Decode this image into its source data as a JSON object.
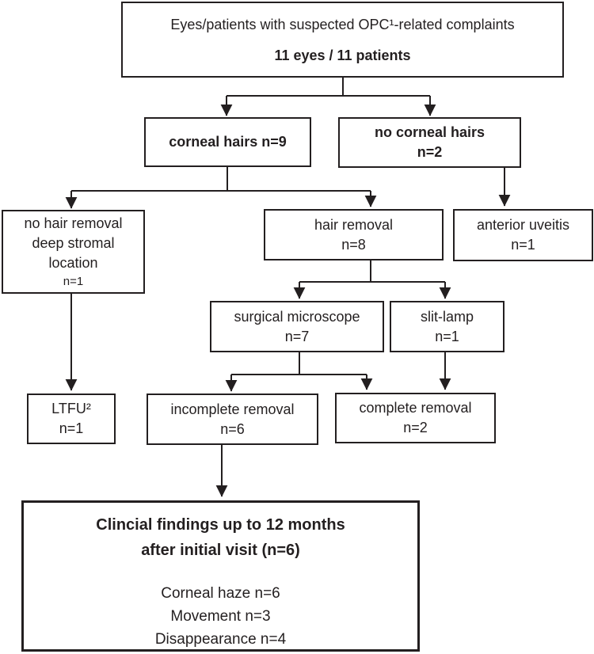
{
  "colors": {
    "line": "#231f20",
    "background": "#ffffff",
    "text": "#231f20"
  },
  "nodes": {
    "source": {
      "lines": [
        "Eyes/patients with suspected OPC¹-related complaints",
        "11 eyes / 11 patients"
      ]
    },
    "corneal_hairs": {
      "lines": [
        "corneal hairs n=9"
      ]
    },
    "no_corneal_hairs": {
      "lines": [
        "no corneal hairs",
        "n=2"
      ]
    },
    "no_hair_removal": {
      "lines": [
        "no hair removal",
        "deep stromal",
        "location",
        "n=1"
      ]
    },
    "hair_removal": {
      "lines": [
        "hair removal",
        "n=8"
      ]
    },
    "anterior_uveitis": {
      "lines": [
        "anterior uveitis",
        "n=1"
      ]
    },
    "surgical_microscope": {
      "lines": [
        "surgical microscope",
        "n=7"
      ]
    },
    "slit_lamp": {
      "lines": [
        "slit-lamp",
        "n=1"
      ]
    },
    "ltfu": {
      "lines": [
        "LTFU²",
        "n=1"
      ]
    },
    "incomplete_removal": {
      "lines": [
        "incomplete removal",
        "n=6"
      ]
    },
    "complete_removal": {
      "lines": [
        "complete removal",
        "n=2"
      ]
    },
    "clinical_findings": {
      "title_lines": [
        "Clincial findings up to 12 months",
        "after initial visit (n=6)"
      ],
      "items": [
        "Corneal haze n=6",
        "Movement n=3",
        "Disappearance n=4"
      ]
    }
  }
}
